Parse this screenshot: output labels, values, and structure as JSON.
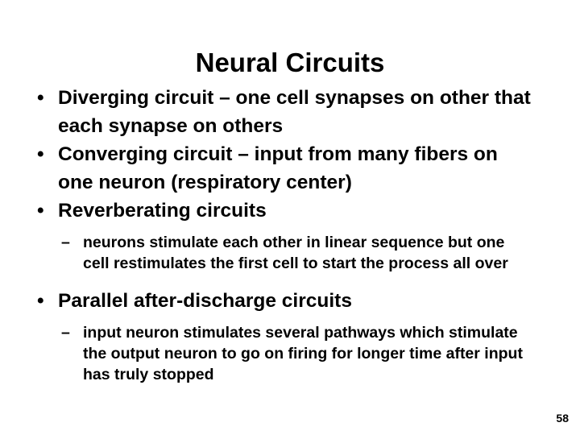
{
  "slide": {
    "title": "Neural Circuits",
    "number": "58",
    "background_color": "#ffffff",
    "text_color": "#000000",
    "bullet_marker": "•",
    "sub_bullet_marker": "–",
    "content": [
      {
        "level": 1,
        "text": "Diverging circuit – one cell synapses on other that each synapse on others"
      },
      {
        "level": 1,
        "text": "Converging circuit – input from many fibers on one neuron (respiratory center)"
      },
      {
        "level": 1,
        "text": "Reverberating circuits"
      },
      {
        "level": 2,
        "text": "neurons stimulate each other in linear sequence but one cell restimulates the first cell to start the process all over"
      },
      {
        "level": 1,
        "text": "Parallel after-discharge circuits"
      },
      {
        "level": 2,
        "text": "input neuron stimulates several pathways which stimulate the output neuron to go on firing for longer time after input has truly stopped"
      }
    ]
  }
}
